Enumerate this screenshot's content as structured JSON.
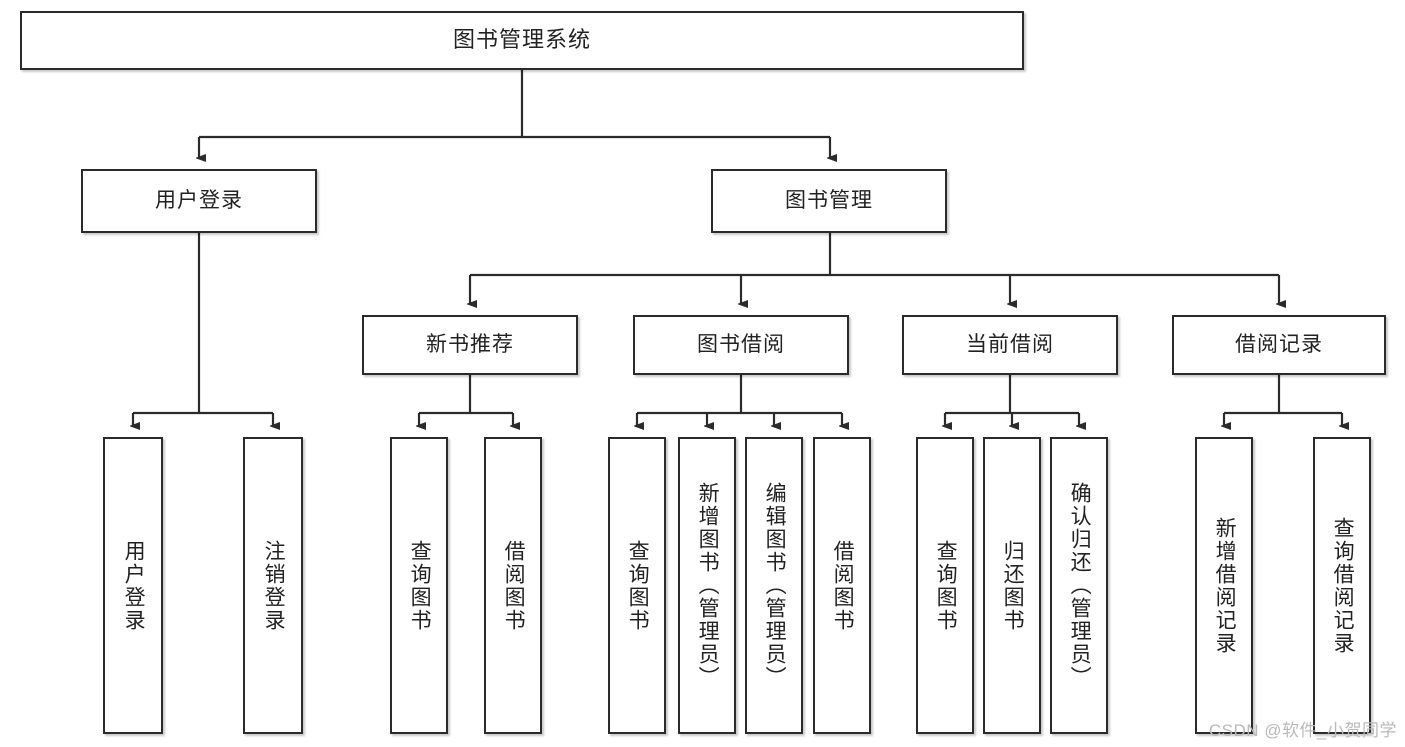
{
  "diagram": {
    "title": "图书管理系统",
    "type": "tree-hierarchy",
    "watermark": "CSDN @软件_小贺同学",
    "colors": {
      "box_border": "#2b2b2b",
      "box_fill": "#ffffff",
      "connector": "#2b2b2b",
      "text": "#222222",
      "watermark": "#b9b9b9"
    },
    "levels": {
      "root": {
        "label": "图书管理系统"
      },
      "level2": [
        {
          "label": "用户登录"
        },
        {
          "label": "图书管理"
        }
      ],
      "level3": [
        {
          "label": "新书推荐"
        },
        {
          "label": "图书借阅"
        },
        {
          "label": "当前借阅"
        },
        {
          "label": "借阅记录"
        }
      ],
      "leaves": {
        "user_login": [
          {
            "label": "用户登录"
          },
          {
            "label": "注销登录"
          }
        ],
        "new_book_recommend": [
          {
            "label": "查询图书"
          },
          {
            "label": "借阅图书"
          }
        ],
        "book_borrow": [
          {
            "label": "查询图书"
          },
          {
            "label": "新增图书（管理员）"
          },
          {
            "label": "编辑图书（管理员）"
          },
          {
            "label": "借阅图书"
          }
        ],
        "current_borrow": [
          {
            "label": "查询图书"
          },
          {
            "label": "归还图书"
          },
          {
            "label": "确认归还（管理员）"
          }
        ],
        "borrow_record": [
          {
            "label": "新增借阅记录"
          },
          {
            "label": "查询借阅记录"
          }
        ]
      }
    }
  }
}
